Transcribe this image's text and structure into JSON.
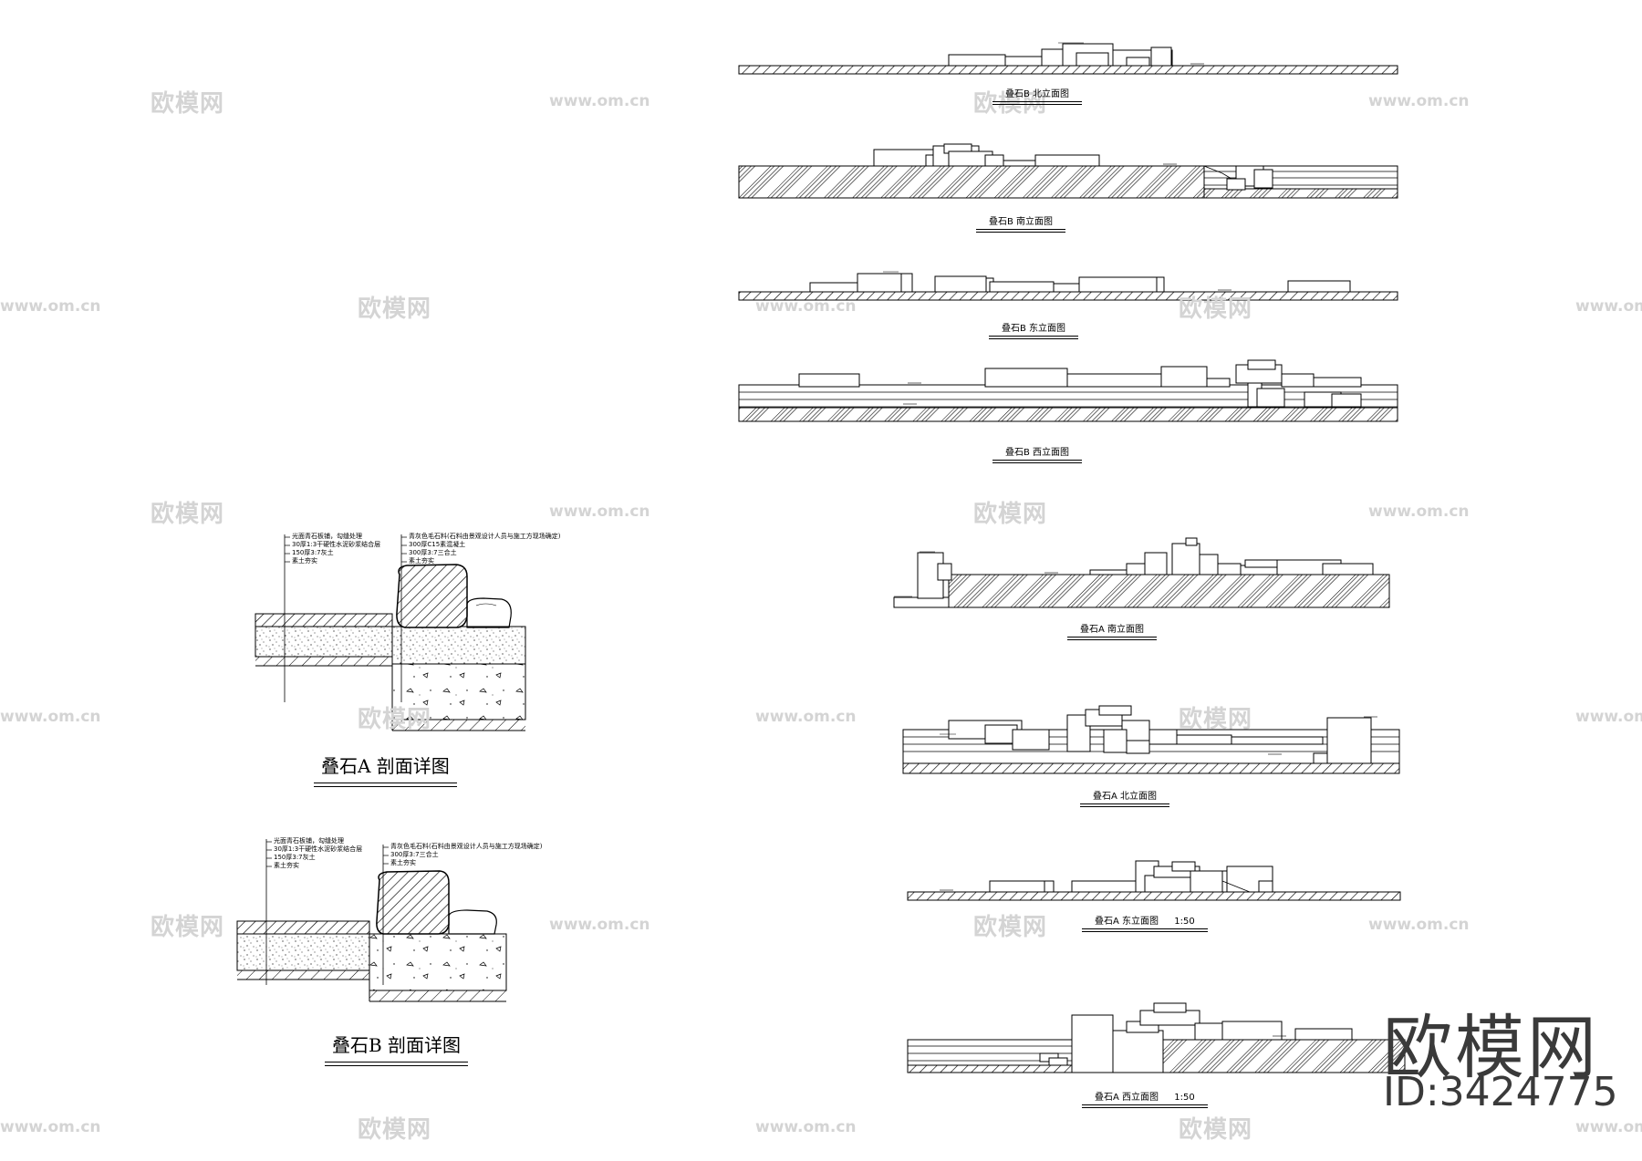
{
  "sections": {
    "a": {
      "title": "叠石A 剖面详图",
      "left_notes": [
        "光面青石板铺，勾缝处理",
        "30厚1:3干硬性水泥砂浆结合层",
        "150厚3:7灰土",
        "素土夯实"
      ],
      "right_notes": [
        "青灰色毛石料(石料由景观设计人员与施工方现场确定)",
        "300厚C15素混凝土",
        "300厚3:7三合土",
        "素土夯实"
      ]
    },
    "b": {
      "title": "叠石B 剖面详图",
      "left_notes": [
        "光面青石板铺，勾缝处理",
        "30厚1:3干硬性水泥砂浆结合层",
        "150厚3:7灰土",
        "素土夯实"
      ],
      "right_notes": [
        "青灰色毛石料(石料由景观设计人员与施工方现场确定)",
        "300厚3:7三合土",
        "素土夯实"
      ]
    }
  },
  "elevations": {
    "b_north": {
      "title": "叠石B 北立面图"
    },
    "b_south": {
      "title": "叠石B 南立面图"
    },
    "b_east": {
      "title": "叠石B 东立面图"
    },
    "b_west": {
      "title": "叠石B 西立面图"
    },
    "a_south": {
      "title": "叠石A 南立面图"
    },
    "a_north": {
      "title": "叠石A 北立面图"
    },
    "a_east": {
      "title": "叠石A 东立面图",
      "scale": "1:50"
    },
    "a_west": {
      "title": "叠石A 西立面图",
      "scale": "1:50"
    }
  },
  "watermarks": {
    "cn": "欧模网",
    "url": "www.om.cn"
  },
  "brand": {
    "name": "欧模网",
    "id": "ID:3424775"
  },
  "colors": {
    "line": "#000000",
    "watermark": "#d4d4d4",
    "brand": "#3a3a3a"
  }
}
